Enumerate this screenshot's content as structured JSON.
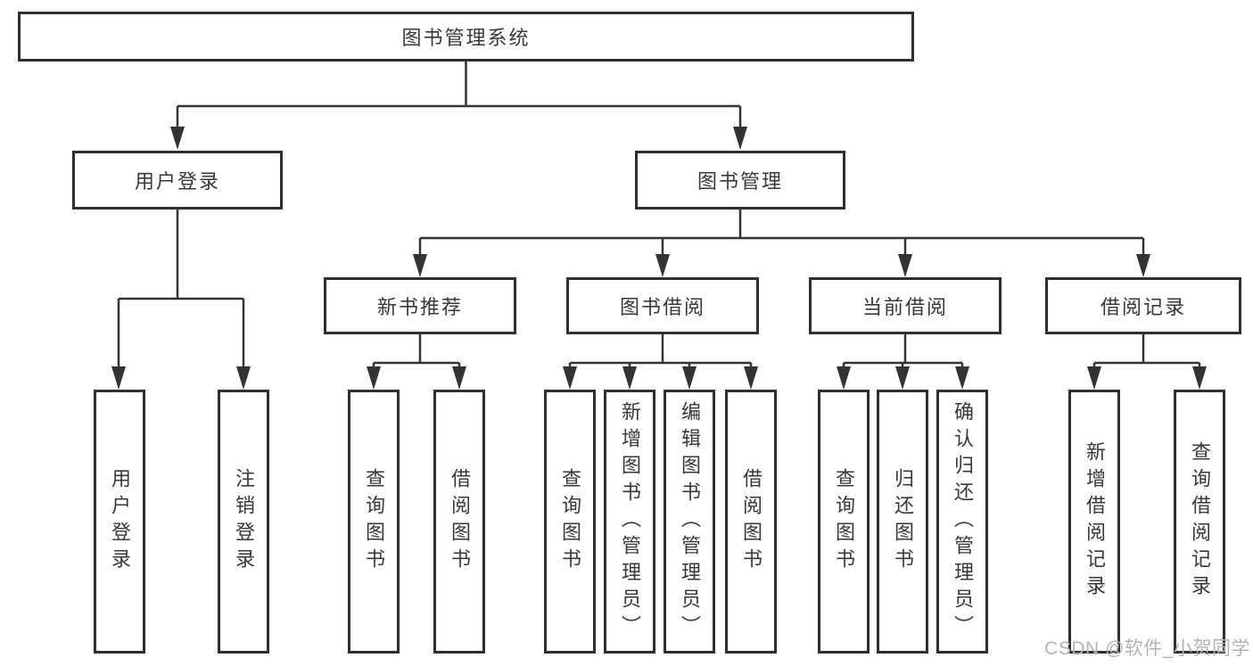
{
  "colors": {
    "line": "#333333",
    "box_border": "#2f2f2f",
    "text": "#383838",
    "background": "#ffffff",
    "watermark": "#b4b4b4"
  },
  "watermark": {
    "text": "CSDN @软件_小贺同学"
  },
  "tree": {
    "root": {
      "label": "图书管理系统"
    },
    "branches": [
      {
        "label": "用户登录",
        "children": [
          {
            "label": "用户登录"
          },
          {
            "label": "注销登录"
          }
        ]
      },
      {
        "label": "图书管理",
        "children": [
          {
            "label": "新书推荐",
            "children": [
              {
                "label": "查询图书"
              },
              {
                "label": "借阅图书"
              }
            ]
          },
          {
            "label": "图书借阅",
            "children": [
              {
                "label": "查询图书"
              },
              {
                "label": "新增图书（管理员）"
              },
              {
                "label": "编辑图书（管理员）"
              },
              {
                "label": "借阅图书"
              }
            ]
          },
          {
            "label": "当前借阅",
            "children": [
              {
                "label": "查询图书"
              },
              {
                "label": "归还图书"
              },
              {
                "label": "确认归还（管理员）"
              }
            ]
          },
          {
            "label": "借阅记录",
            "children": [
              {
                "label": "新增借阅记录"
              },
              {
                "label": "查询借阅记录"
              }
            ]
          }
        ]
      }
    ]
  }
}
